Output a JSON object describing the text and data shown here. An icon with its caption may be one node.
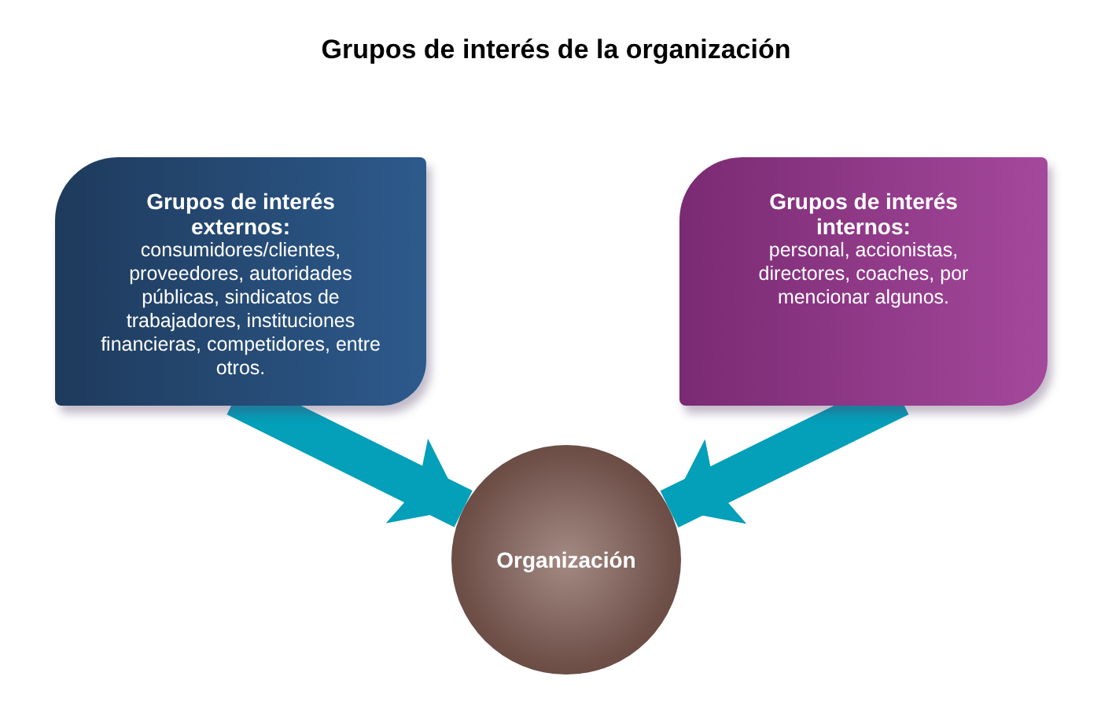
{
  "diagram": {
    "title": "Grupos de interés de la organización",
    "nodes": [
      {
        "text": [
          "Grupos de interés externos:",
          "consumidores/clientes, proveedores, autoridades públicas, sindicatos de trabajadores, instituciones financieras, competidores, entre otros."
        ]
      },
      {
        "text": [
          "Grupos de interés internos:",
          "personal, accionistas, directores, coaches, por mencionar algunos."
        ]
      },
      {
        "text": [
          "Organización"
        ]
      }
    ],
    "edges": [
      {
        "from": 0,
        "to": 2,
        "arrow": "to"
      },
      {
        "from": 1,
        "to": 2,
        "arrow": "to"
      }
    ]
  }
}
